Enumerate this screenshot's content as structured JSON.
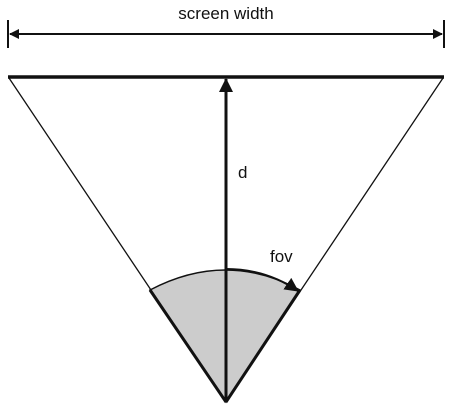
{
  "diagram": {
    "labels": {
      "screen_width": "screen width",
      "distance": "d",
      "field_of_view": "fov"
    },
    "colors": {
      "stroke": "#111111",
      "sector_fill": "#cccccc",
      "background": "#ffffff"
    }
  }
}
